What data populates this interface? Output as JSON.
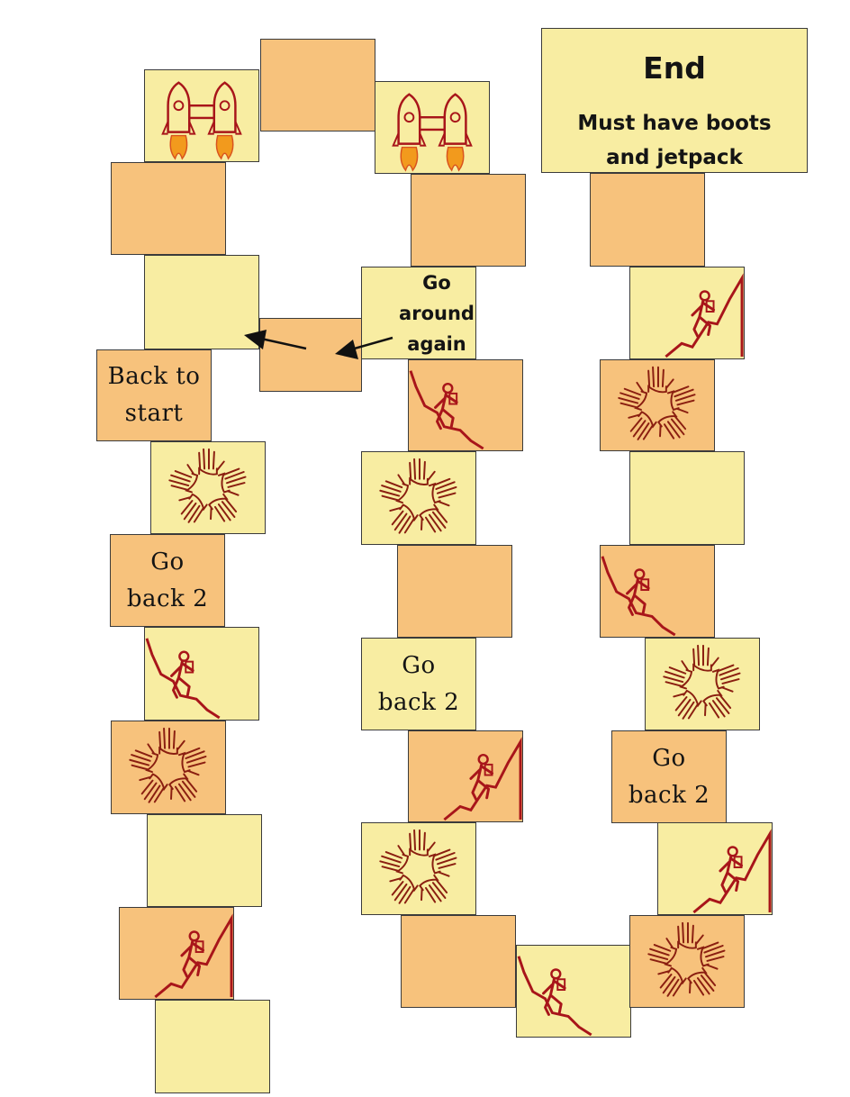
{
  "colors": {
    "orange": "#f7c27c",
    "yellow": "#f8eda2",
    "icon_red": "#a8151a",
    "icon_brown": "#8a1e10",
    "flame": "#f29a1d"
  },
  "icons": {
    "climber": "climber-icon",
    "hands": "hands-circle-icon",
    "jetpack": "jetpack-icon"
  },
  "end": {
    "title": "End",
    "subtitle": "Must have boots\nand jetpack"
  },
  "labels": {
    "back_to_start": "Back to\nstart",
    "go_back_2": "Go\nback 2",
    "go_around_again": "Go\naround\nagain"
  }
}
